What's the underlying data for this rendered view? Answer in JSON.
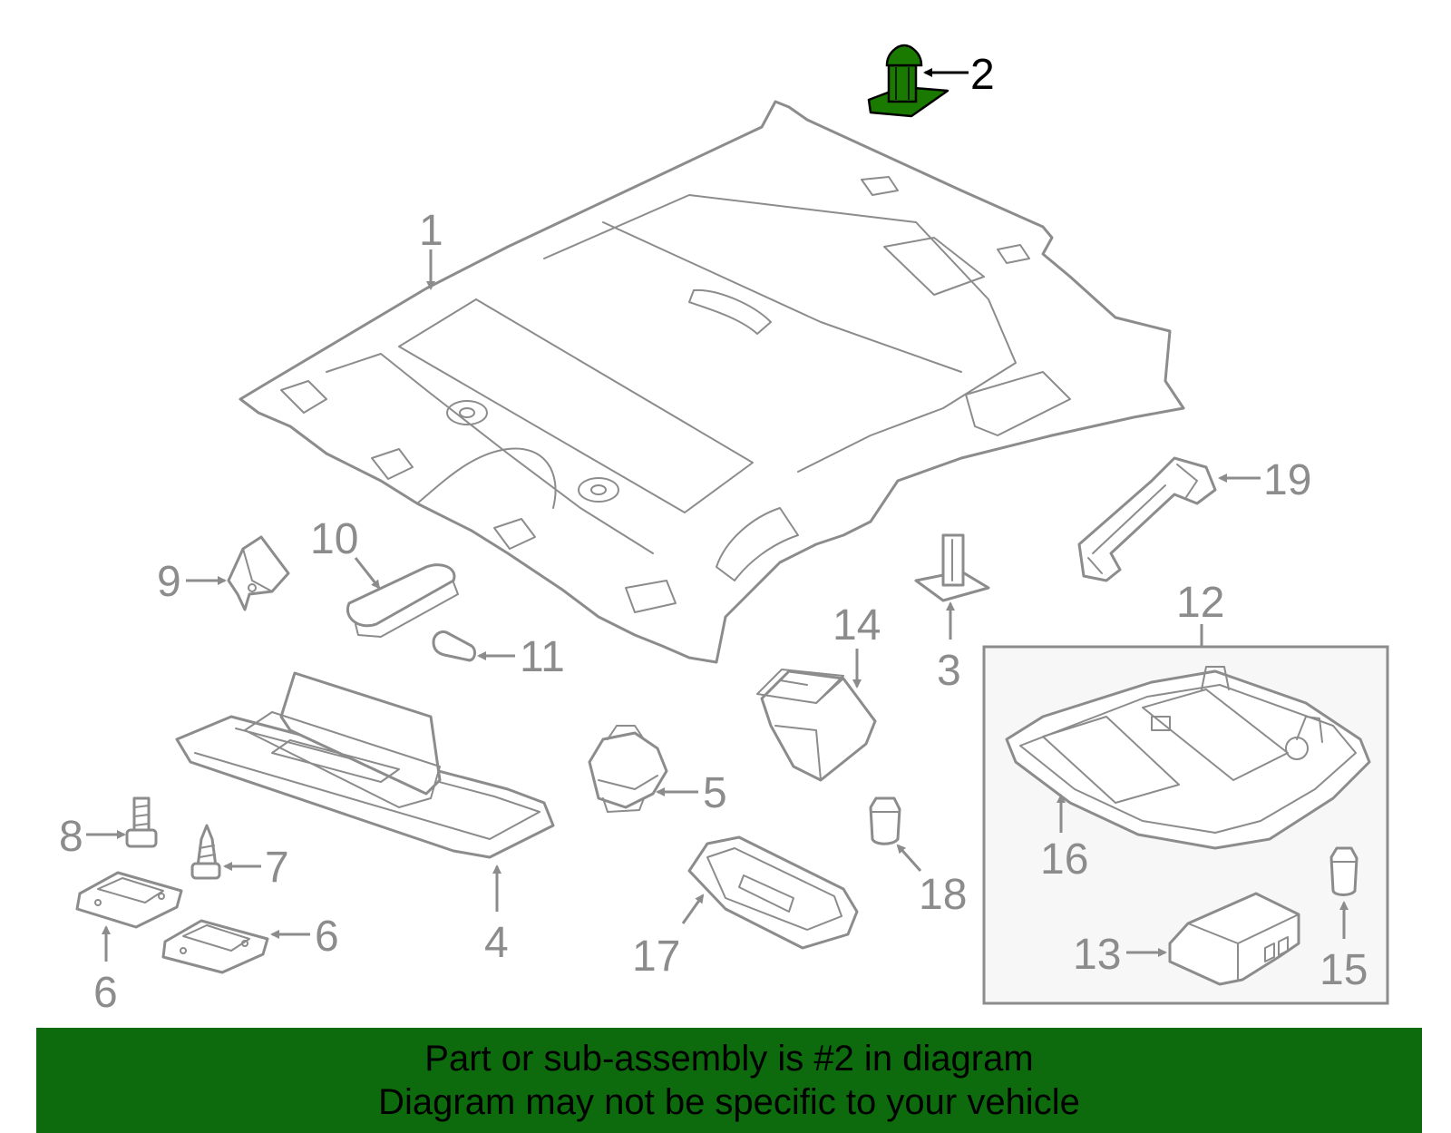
{
  "colors": {
    "highlight": "#1a7a00",
    "banner_bg": "#0d6b0d",
    "line": "#8c8c8c",
    "text_dark": "#000000",
    "group_box_bg": "#f7f7f7"
  },
  "callouts": {
    "c1": "1",
    "c2": "2",
    "c3": "3",
    "c4": "4",
    "c5": "5",
    "c6a": "6",
    "c6b": "6",
    "c7": "7",
    "c8": "8",
    "c9": "9",
    "c10": "10",
    "c11": "11",
    "c12": "12",
    "c13": "13",
    "c14": "14",
    "c15": "15",
    "c16": "16",
    "c17": "17",
    "c18": "18",
    "c19": "19"
  },
  "highlighted_part": "2",
  "banner": {
    "line1": "Part or sub-assembly is #2 in diagram",
    "line2": "Diagram may not be specific to your vehicle"
  }
}
